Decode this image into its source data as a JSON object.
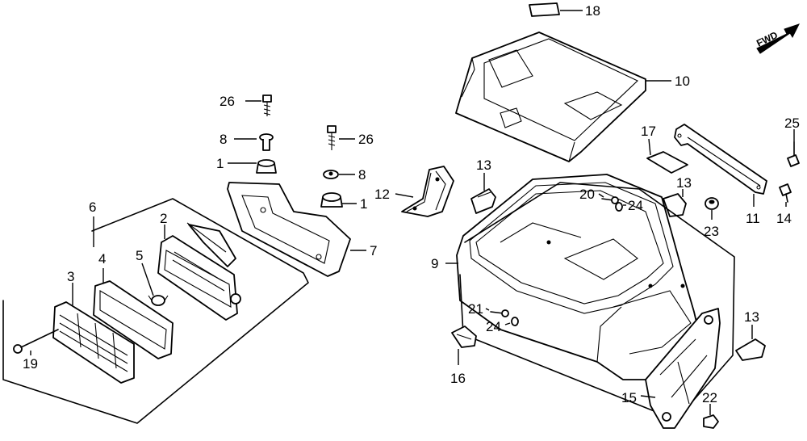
{
  "direction_marker": {
    "text": "FWD"
  },
  "callouts": [
    {
      "id": "c18",
      "text": "18"
    },
    {
      "id": "c10",
      "text": "10"
    },
    {
      "id": "c26a",
      "text": "26"
    },
    {
      "id": "c26b",
      "text": "26"
    },
    {
      "id": "c8a",
      "text": "8"
    },
    {
      "id": "c8b",
      "text": "8"
    },
    {
      "id": "c1a",
      "text": "1"
    },
    {
      "id": "c1b",
      "text": "1"
    },
    {
      "id": "c6",
      "text": "6"
    },
    {
      "id": "c2",
      "text": "2"
    },
    {
      "id": "c4",
      "text": "4"
    },
    {
      "id": "c5",
      "text": "5"
    },
    {
      "id": "c3",
      "text": "3"
    },
    {
      "id": "c7",
      "text": "7"
    },
    {
      "id": "c19",
      "text": "19"
    },
    {
      "id": "c12",
      "text": "12"
    },
    {
      "id": "c13a",
      "text": "13"
    },
    {
      "id": "c13b",
      "text": "13"
    },
    {
      "id": "c13c",
      "text": "13"
    },
    {
      "id": "c9",
      "text": "9"
    },
    {
      "id": "c20",
      "text": "20"
    },
    {
      "id": "c24a",
      "text": "24"
    },
    {
      "id": "c24b",
      "text": "24"
    },
    {
      "id": "c21",
      "text": "21"
    },
    {
      "id": "c16",
      "text": "16"
    },
    {
      "id": "c17",
      "text": "17"
    },
    {
      "id": "c25",
      "text": "25"
    },
    {
      "id": "c23",
      "text": "23"
    },
    {
      "id": "c11",
      "text": "11"
    },
    {
      "id": "c14",
      "text": "14"
    },
    {
      "id": "c15",
      "text": "15"
    },
    {
      "id": "c22",
      "text": "22"
    }
  ]
}
